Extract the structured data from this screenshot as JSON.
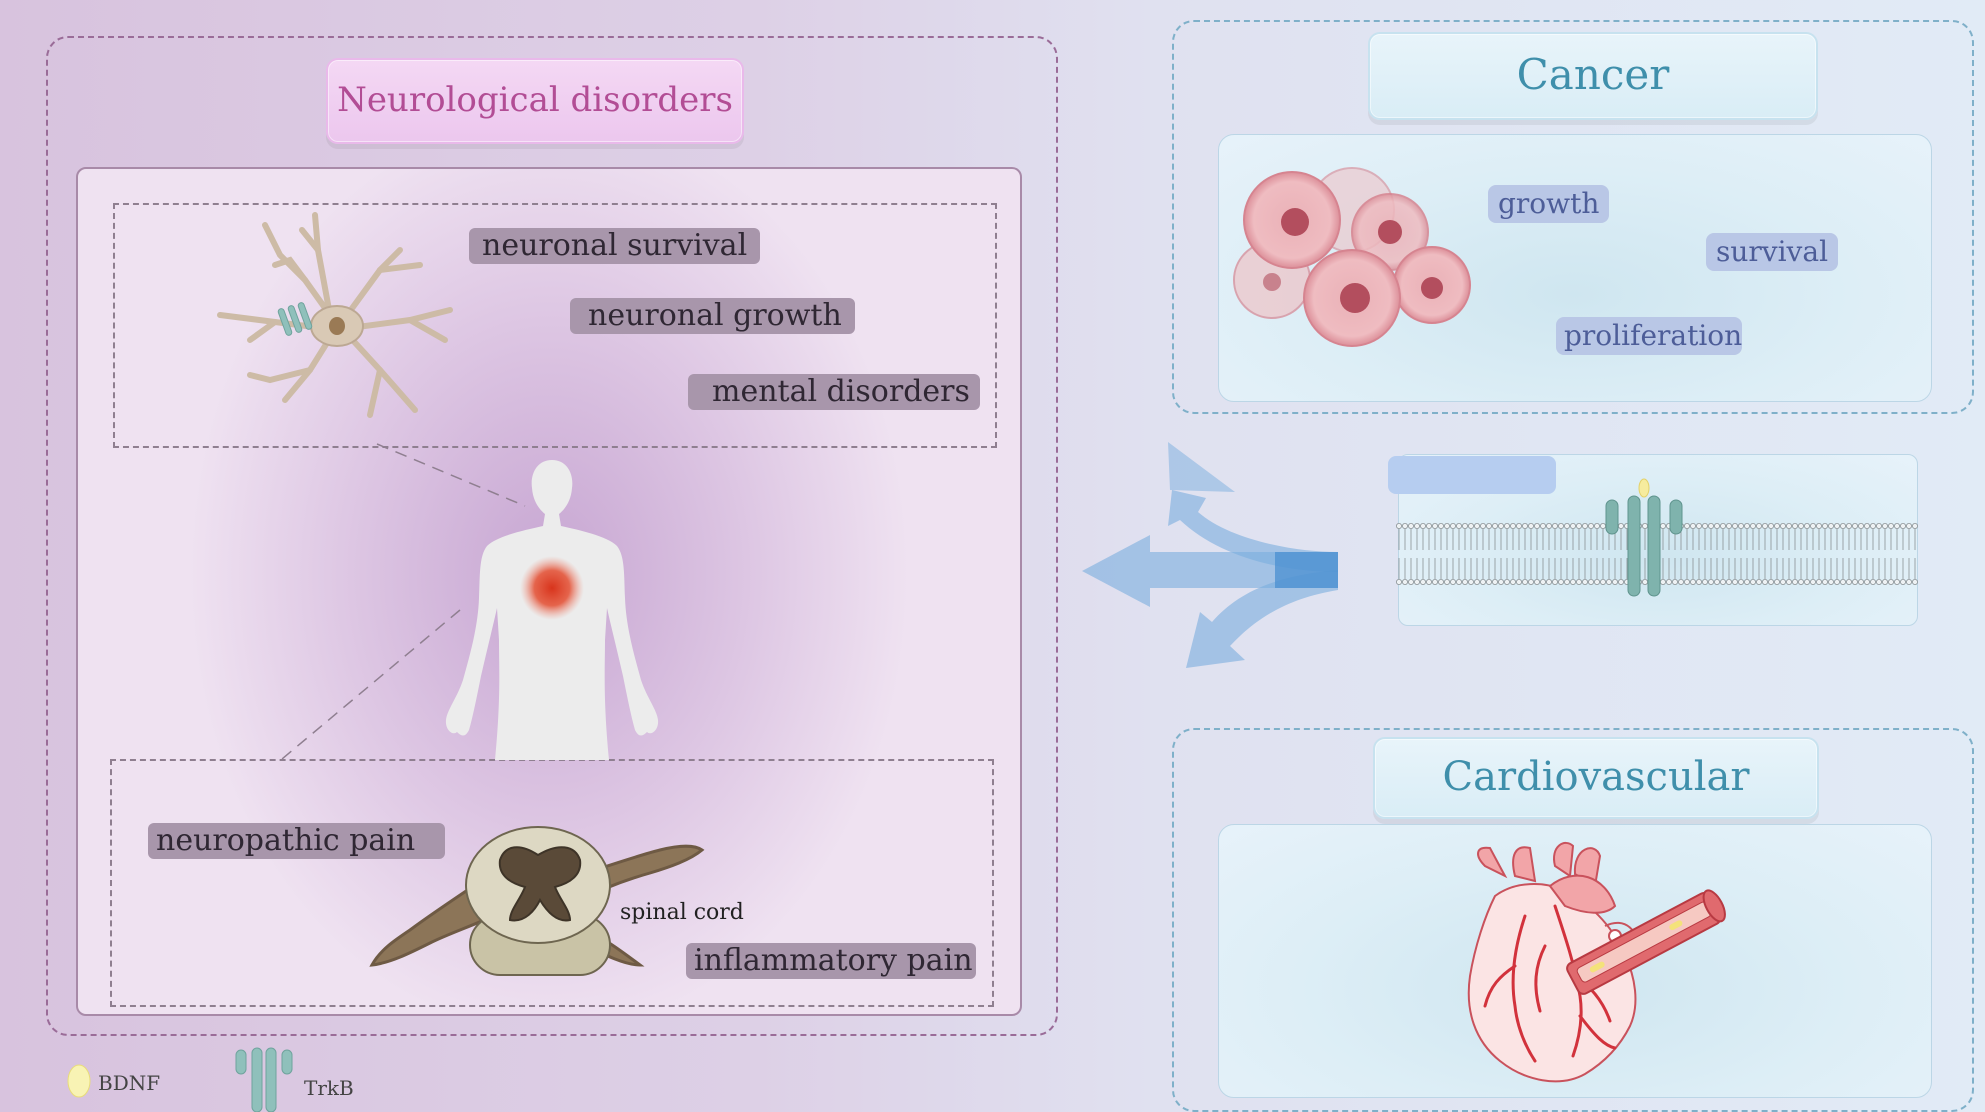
{
  "neuro": {
    "title": "Neurological disorders",
    "tags_top": [
      "neuronal survival",
      "neuronal growth",
      "mental disorders"
    ],
    "tags_bottom": [
      "neuropathic pain",
      "inflammatory pain"
    ],
    "spinal_label": "spinal cord"
  },
  "cancer": {
    "title": "Cancer",
    "tags": [
      "growth",
      "survival",
      "proliferation"
    ]
  },
  "cardio": {
    "title": "Cardiovascular disease"
  },
  "legend": {
    "bdnf": "BDNF",
    "trkb": "TrkB"
  },
  "colors": {
    "neuro_title": "#b24d95",
    "cancer_title": "#3f8fab",
    "arrow": "#7aaedd",
    "receptor": "#7fb3ad"
  }
}
